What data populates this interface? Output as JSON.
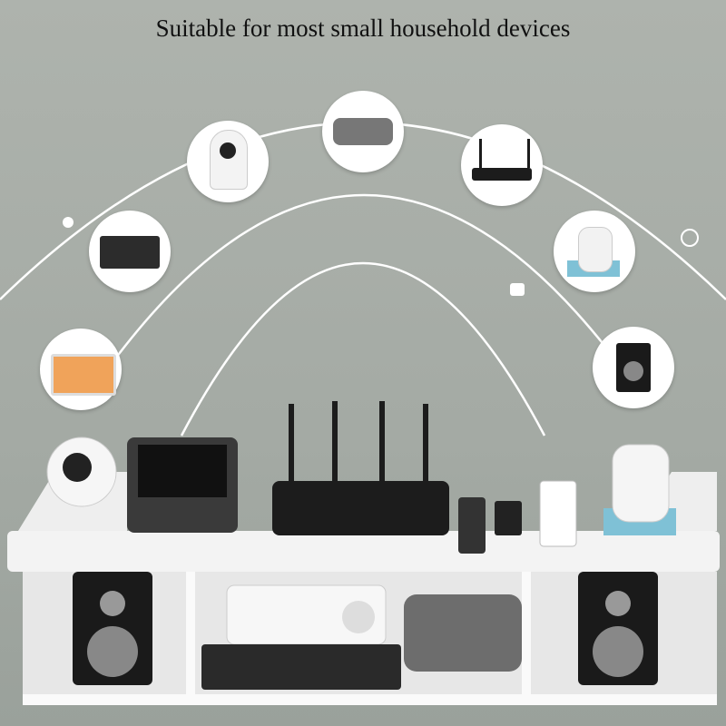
{
  "title": "Suitable for most small household devices",
  "devices": [
    "tablet",
    "docking-station",
    "security-camera",
    "mini-pc",
    "wifi-router",
    "smart-speaker",
    "bluetooth-speaker"
  ],
  "colors": {
    "background": "#a9afa9",
    "arc": "#ffffff",
    "shelf": "#f4f4f4"
  }
}
